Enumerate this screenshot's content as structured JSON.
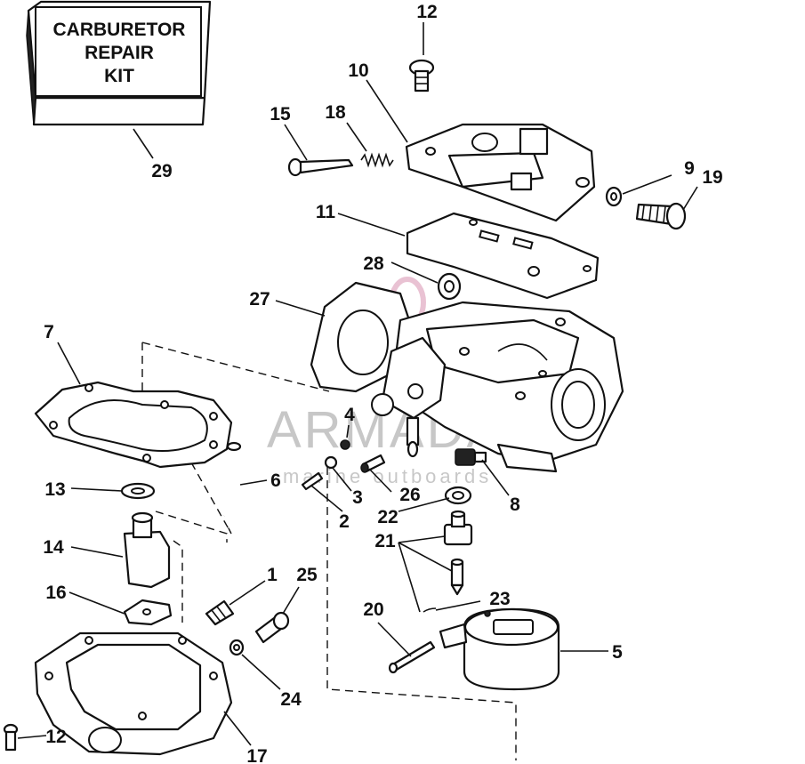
{
  "diagram": {
    "kit_box": {
      "line1": "CARBURETOR",
      "line2": "REPAIR",
      "line3": "KIT"
    },
    "watermark": {
      "brand": "ARMADA",
      "tagline": "marine outboards"
    },
    "callouts": {
      "c29": "29",
      "c12_top": "12",
      "c10": "10",
      "c15": "15",
      "c18": "18",
      "c9": "9",
      "c19": "19",
      "c11": "11",
      "c28": "28",
      "c27": "27",
      "c7": "7",
      "c4": "4",
      "c6": "6",
      "c3": "3",
      "c26": "26",
      "c13": "13",
      "c2": "2",
      "c8": "8",
      "c22": "22",
      "c14": "14",
      "c21": "21",
      "c1": "1",
      "c25": "25",
      "c16": "16",
      "c23": "23",
      "c20": "20",
      "c5": "5",
      "c24": "24",
      "c12_bottom": "12",
      "c17": "17"
    }
  }
}
